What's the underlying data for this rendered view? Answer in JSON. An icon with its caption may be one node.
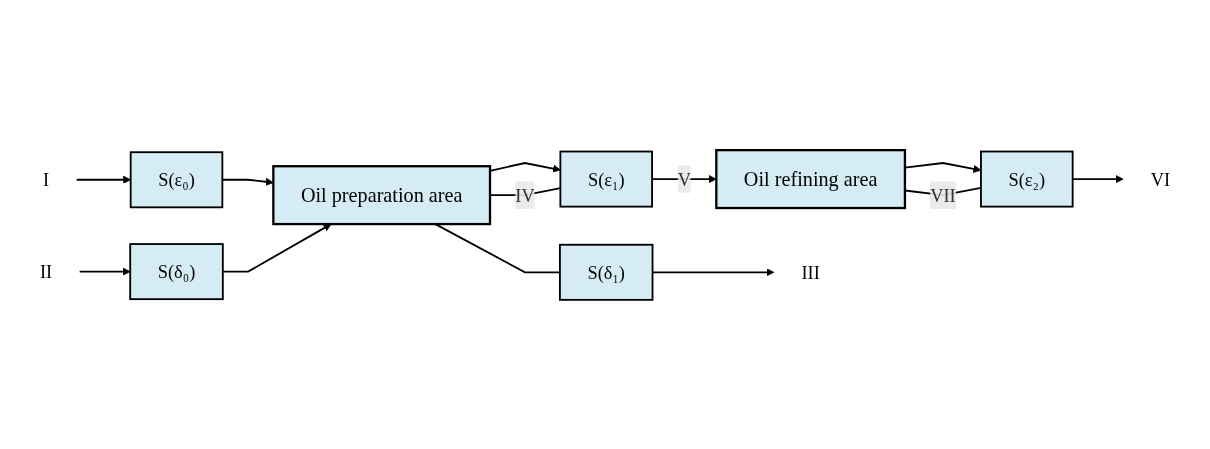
{
  "diagram": {
    "nodes": [
      {
        "text": [
          "I"
        ]
      },
      {
        "text": [
          "II"
        ]
      },
      {
        "text": [
          "S(ε₀)"
        ]
      },
      {
        "text": [
          "S(δ₀)"
        ]
      },
      {
        "text": [
          "Oil preparation area"
        ]
      },
      {
        "text": [
          "S(ε₁)"
        ]
      },
      {
        "text": [
          "Oil refining area"
        ]
      },
      {
        "text": [
          "S(ε₂)"
        ]
      },
      {
        "text": [
          "S(δ₁)"
        ]
      },
      {
        "text": [
          "III"
        ]
      },
      {
        "text": [
          "VI"
        ]
      }
    ],
    "edges": [
      {
        "from": 0,
        "to": 2,
        "arrow": "to"
      },
      {
        "from": 2,
        "to": 4,
        "arrow": "to"
      },
      {
        "from": 1,
        "to": 3,
        "arrow": "to"
      },
      {
        "from": 3,
        "to": 4,
        "arrow": "to"
      },
      {
        "from": 4,
        "to": 5,
        "arrow": "to"
      },
      {
        "from": 5,
        "to": 6,
        "arrow": "to",
        "label": "V"
      },
      {
        "from": 6,
        "to": 7,
        "arrow": "to"
      },
      {
        "from": 7,
        "to": 10,
        "arrow": "to"
      },
      {
        "from": 4,
        "to": 8,
        "arrow": "none"
      },
      {
        "from": 8,
        "to": 9,
        "arrow": "to"
      },
      {
        "from": 5,
        "to": 4,
        "arrow": "none",
        "label": "IV"
      },
      {
        "from": 7,
        "to": 6,
        "arrow": "none",
        "label": "VII"
      }
    ]
  }
}
